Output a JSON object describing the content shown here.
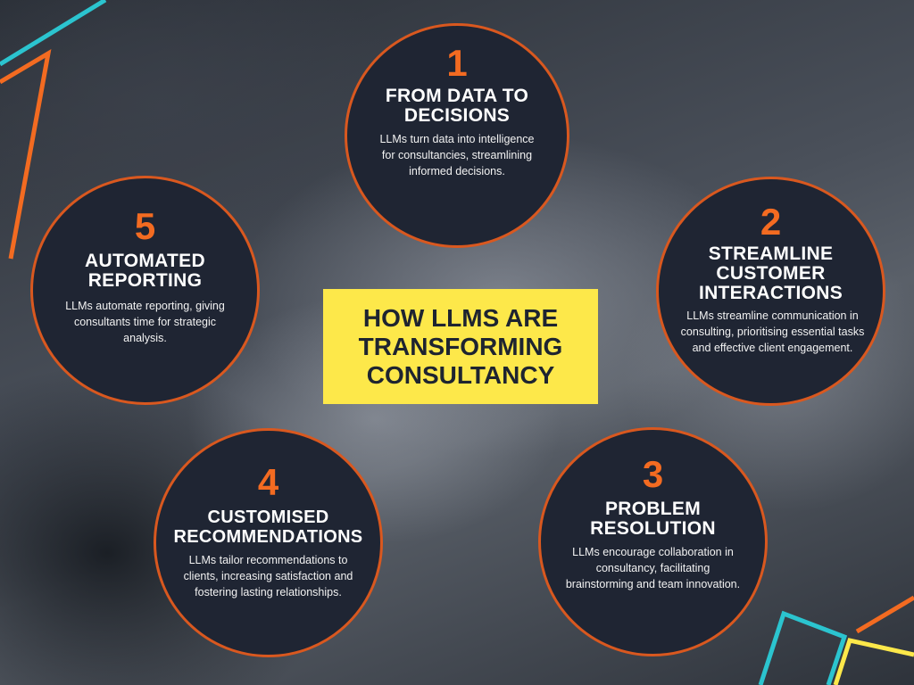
{
  "center": {
    "title": "HOW LLMS ARE\nTRANSFORMING\nCONSULTANCY"
  },
  "items": [
    {
      "number": "1",
      "title": "FROM DATA TO\nDECISIONS",
      "description": "LLMs turn data into intelligence for consultancies, streamlining informed decisions."
    },
    {
      "number": "2",
      "title": "STREAMLINE\nCUSTOMER\nINTERACTIONS",
      "description": "LLMs streamline communication in consulting, prioritising essential tasks and effective client engagement."
    },
    {
      "number": "3",
      "title": "PROBLEM\nRESOLUTION",
      "description": "LLMs encourage collaboration in consultancy, facilitating brainstorming and team innovation."
    },
    {
      "number": "4",
      "title": "CUSTOMISED\nRECOMMENDATIONS",
      "description": "LLMs tailor recommendations to clients, increasing satisfaction and fostering lasting relationships."
    },
    {
      "number": "5",
      "title": "AUTOMATED\nREPORTING",
      "description": "LLMs automate reporting, giving consultants time for strategic analysis."
    }
  ],
  "colors": {
    "accent_orange": "#f36b21",
    "circle_fill": "#1f2533",
    "highlight_yellow": "#fde84a",
    "accent_teal": "#2bc4cf"
  }
}
